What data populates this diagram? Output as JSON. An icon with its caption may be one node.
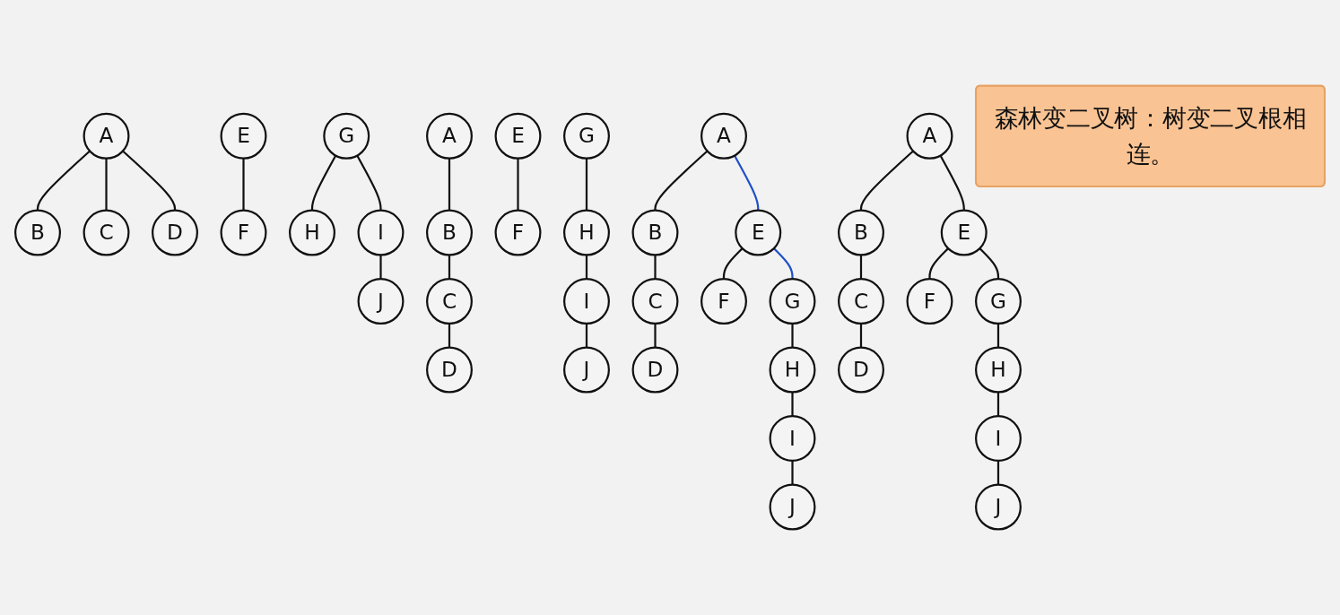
{
  "diagram": {
    "nodes": [
      {
        "text": [
          "A"
        ]
      },
      {
        "text": [
          "B"
        ]
      },
      {
        "text": [
          "C"
        ]
      },
      {
        "text": [
          "D"
        ]
      },
      {
        "text": [
          "E"
        ]
      },
      {
        "text": [
          "F"
        ]
      },
      {
        "text": [
          "G"
        ]
      },
      {
        "text": [
          "H"
        ]
      },
      {
        "text": [
          "I"
        ]
      },
      {
        "text": [
          "J"
        ]
      },
      {
        "text": [
          "A"
        ]
      },
      {
        "text": [
          "B"
        ]
      },
      {
        "text": [
          "C"
        ]
      },
      {
        "text": [
          "D"
        ]
      },
      {
        "text": [
          "E"
        ]
      },
      {
        "text": [
          "F"
        ]
      },
      {
        "text": [
          "G"
        ]
      },
      {
        "text": [
          "H"
        ]
      },
      {
        "text": [
          "I"
        ]
      },
      {
        "text": [
          "J"
        ]
      },
      {
        "text": [
          "A"
        ]
      },
      {
        "text": [
          "B"
        ]
      },
      {
        "text": [
          "C"
        ]
      },
      {
        "text": [
          "D"
        ]
      },
      {
        "text": [
          "E"
        ]
      },
      {
        "text": [
          "F"
        ]
      },
      {
        "text": [
          "G"
        ]
      },
      {
        "text": [
          "H"
        ]
      },
      {
        "text": [
          "I"
        ]
      },
      {
        "text": [
          "J"
        ]
      },
      {
        "text": [
          "A"
        ]
      },
      {
        "text": [
          "B"
        ]
      },
      {
        "text": [
          "C"
        ]
      },
      {
        "text": [
          "D"
        ]
      },
      {
        "text": [
          "E"
        ]
      },
      {
        "text": [
          "F"
        ]
      },
      {
        "text": [
          "G"
        ]
      },
      {
        "text": [
          "H"
        ]
      },
      {
        "text": [
          "I"
        ]
      },
      {
        "text": [
          "J"
        ]
      },
      {
        "text": [
          "森林变二叉树：树变二叉根相连。"
        ]
      }
    ],
    "edges": [
      {
        "from": 0,
        "to": 1,
        "arrow": "none"
      },
      {
        "from": 0,
        "to": 2,
        "arrow": "none"
      },
      {
        "from": 0,
        "to": 3,
        "arrow": "none"
      },
      {
        "from": 4,
        "to": 5,
        "arrow": "none"
      },
      {
        "from": 6,
        "to": 7,
        "arrow": "none"
      },
      {
        "from": 6,
        "to": 8,
        "arrow": "none"
      },
      {
        "from": 8,
        "to": 9,
        "arrow": "none"
      },
      {
        "from": 10,
        "to": 11,
        "arrow": "none"
      },
      {
        "from": 11,
        "to": 12,
        "arrow": "none"
      },
      {
        "from": 12,
        "to": 13,
        "arrow": "none"
      },
      {
        "from": 14,
        "to": 15,
        "arrow": "none"
      },
      {
        "from": 16,
        "to": 17,
        "arrow": "none"
      },
      {
        "from": 17,
        "to": 18,
        "arrow": "none"
      },
      {
        "from": 18,
        "to": 19,
        "arrow": "none"
      },
      {
        "from": 20,
        "to": 21,
        "arrow": "none"
      },
      {
        "from": 21,
        "to": 22,
        "arrow": "none"
      },
      {
        "from": 22,
        "to": 23,
        "arrow": "none"
      },
      {
        "from": 20,
        "to": 24,
        "arrow": "none",
        "color": "#2050c8"
      },
      {
        "from": 24,
        "to": 25,
        "arrow": "none"
      },
      {
        "from": 24,
        "to": 26,
        "arrow": "none",
        "color": "#2050c8"
      },
      {
        "from": 26,
        "to": 27,
        "arrow": "none"
      },
      {
        "from": 27,
        "to": 28,
        "arrow": "none"
      },
      {
        "from": 28,
        "to": 29,
        "arrow": "none"
      },
      {
        "from": 30,
        "to": 31,
        "arrow": "none"
      },
      {
        "from": 31,
        "to": 32,
        "arrow": "none"
      },
      {
        "from": 32,
        "to": 33,
        "arrow": "none"
      },
      {
        "from": 30,
        "to": 34,
        "arrow": "none"
      },
      {
        "from": 34,
        "to": 35,
        "arrow": "none"
      },
      {
        "from": 34,
        "to": 36,
        "arrow": "none"
      },
      {
        "from": 36,
        "to": 37,
        "arrow": "none"
      },
      {
        "from": 37,
        "to": 38,
        "arrow": "none"
      },
      {
        "from": 38,
        "to": 39,
        "arrow": "none"
      }
    ]
  }
}
